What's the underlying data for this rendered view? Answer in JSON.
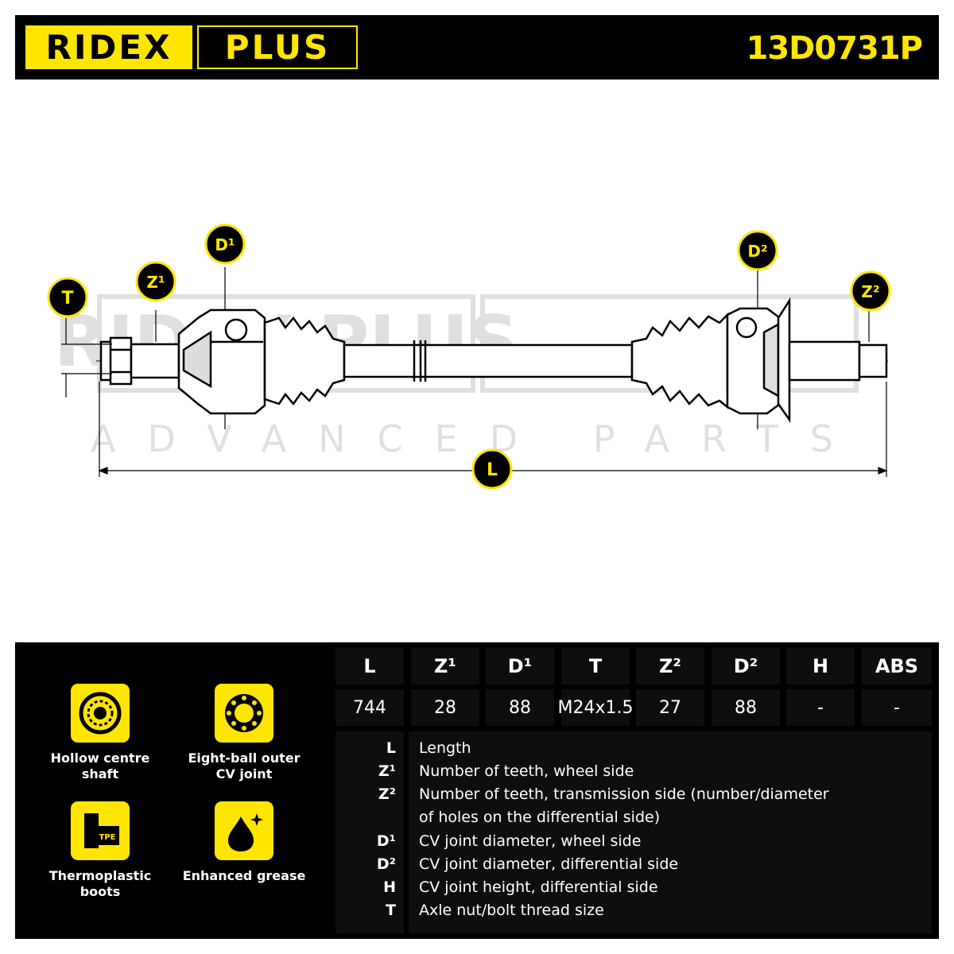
{
  "header": {
    "logo_ridex": "RIDEX",
    "logo_plus": "PLUS",
    "part_number": "13D0731P"
  },
  "colors": {
    "accent": "#ffe500",
    "background": "#000000"
  },
  "watermark": {
    "line1": "RIDEX PLUS",
    "line2": "ADVANCED PARTS"
  },
  "diagram": {
    "callouts": {
      "T": "T",
      "Z1": "Z¹",
      "D1": "D¹",
      "D2": "D²",
      "Z2": "Z²",
      "L": "L"
    }
  },
  "features": [
    {
      "icon": "hollow-shaft-icon",
      "label": "Hollow centre shaft"
    },
    {
      "icon": "eight-ball-joint-icon",
      "label": "Eight-ball outer CV joint"
    },
    {
      "icon": "tpe-boot-icon",
      "label": "Thermoplastic boots"
    },
    {
      "icon": "grease-drop-icon",
      "label": "Enhanced grease"
    }
  ],
  "spec_table": {
    "headers": [
      "L",
      "Z¹",
      "D¹",
      "T",
      "Z²",
      "D²",
      "H",
      "ABS"
    ],
    "values": [
      "744",
      "28",
      "88",
      "M24x1.5",
      "27",
      "88",
      "-",
      "-"
    ]
  },
  "legend": [
    {
      "key": "L",
      "text": "Length"
    },
    {
      "key": "Z¹",
      "text": "Number of teeth, wheel side"
    },
    {
      "key": "Z²",
      "text": "Number of teeth, transmission side (number/diameter"
    },
    {
      "key": "",
      "text": "of holes on the differential side)"
    },
    {
      "key": "D¹",
      "text": "CV joint diameter, wheel side"
    },
    {
      "key": "D²",
      "text": "CV joint diameter, differential side"
    },
    {
      "key": "H",
      "text": "CV joint height, differential side"
    },
    {
      "key": "T",
      "text": "Axle nut/bolt thread size"
    }
  ]
}
